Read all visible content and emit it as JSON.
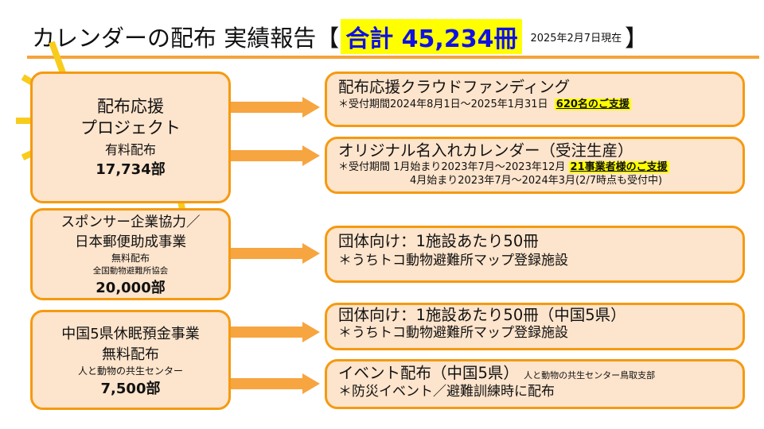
{
  "header": {
    "title": "カレンダーの配布 実績報告【",
    "total": "合計 45,234冊",
    "as_of": "2025年2月7日現在",
    "close": "】"
  },
  "sources": [
    {
      "lines": [
        "配布応援",
        "プロジェクト"
      ],
      "type": "有料配布",
      "count": "17,734部"
    },
    {
      "lines": [
        "スポンサー企業協力／",
        "日本郵便助成事業"
      ],
      "type": "無料配布",
      "org": "全国動物避難所協会",
      "count": "20,000部"
    },
    {
      "lines": [
        "中国5県休眠預金事業",
        "無料配布"
      ],
      "org": "人と動物の共生センター",
      "count": "7,500部"
    }
  ],
  "destinations": [
    {
      "title": "配布応援クラウドファンディング",
      "sub": "＊受付期間2024年8月1日～2025年1月31日",
      "highlight": "620名のご支援"
    },
    {
      "title": "オリジナル名入れカレンダー（受注生産）",
      "sub": "＊受付期間 1月始まり2023年7月～2023年12月",
      "highlight": "21事業者様のご支援",
      "sub2": "4月始まり2023年7月～2024年3月(2/7時点も受付中)"
    },
    {
      "title": "団体向け：1施設あたり50冊",
      "sub": "＊うちトコ動物避難所マップ登録施設"
    },
    {
      "title": "団体向け：1施設あたり50冊（中国5県）",
      "sub": "＊うちトコ動物避難所マップ登録施設"
    },
    {
      "title": "イベント配布（中国5県）",
      "note": "人と動物の共生センター鳥取支部",
      "sub": "＊防災イベント／避難訓練時に配布"
    }
  ],
  "colors": {
    "accent": "#f59a10",
    "box_fill": "#fde4cc",
    "highlight": "#ffff00",
    "total_text": "#1010e0"
  }
}
